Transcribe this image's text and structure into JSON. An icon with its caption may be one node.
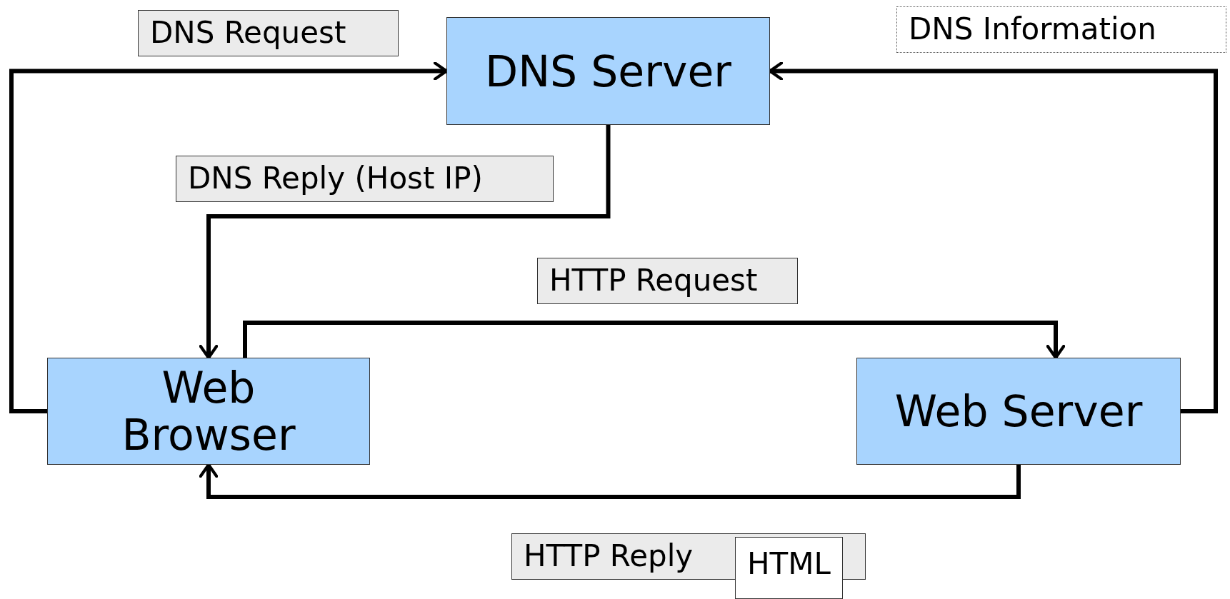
{
  "diagram": {
    "nodes": [
      {
        "text": [
          "DNS Server"
        ]
      },
      {
        "text": [
          "Web Browser"
        ]
      },
      {
        "text": [
          "Web Server"
        ]
      }
    ],
    "edges": [
      {
        "from": 1,
        "to": 0,
        "arrow": "to",
        "label": "DNS Request"
      },
      {
        "from": 0,
        "to": 1,
        "arrow": "to",
        "label": "DNS Reply (Host IP)"
      },
      {
        "from": 1,
        "to": 2,
        "arrow": "to",
        "label": "HTTP Request"
      },
      {
        "from": 2,
        "to": 0,
        "arrow": "to",
        "label": "DNS Information"
      },
      {
        "from": 2,
        "to": 1,
        "arrow": "to",
        "label": "HTTP Reply"
      }
    ],
    "labels": [
      "HTML"
    ]
  }
}
